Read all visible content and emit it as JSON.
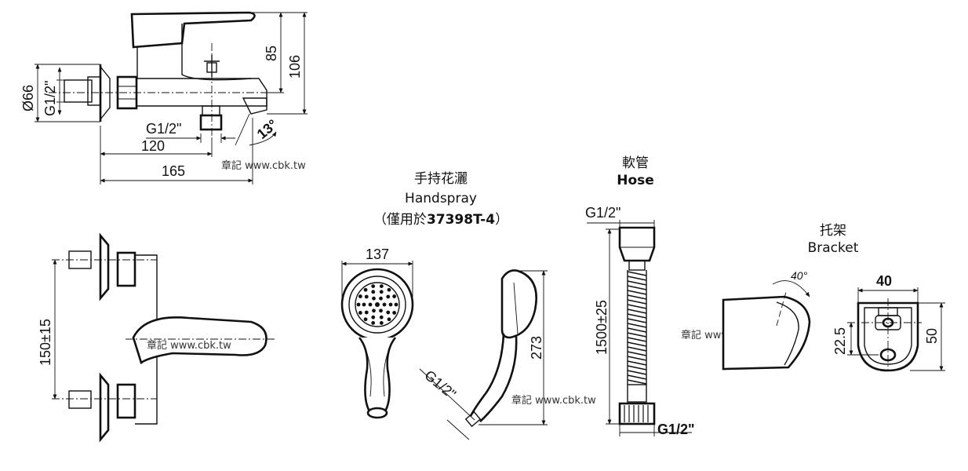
{
  "side_view": {
    "dim_diameter": "Ø66",
    "dim_inlet_thread": "G1/2\"",
    "dim_outlet_thread": "G1/2\"",
    "dim_height_85": "85",
    "dim_height_106": "106",
    "dim_angle": "13°",
    "dim_length_120": "120",
    "dim_length_165": "165",
    "watermark": "章記 www.cbk.tw"
  },
  "front_view": {
    "dim_center_distance": "150±15",
    "watermark": "章記 www.cbk.tw"
  },
  "handspray": {
    "title_zh": "手持花灑",
    "title_en": "Handspray",
    "note_prefix": "（僅用於",
    "note_model": "37398T-4",
    "note_suffix": "）",
    "dim_width": "137",
    "dim_length": "273",
    "dim_thread": "G1/2\"",
    "watermark": "章記 www.cbk.tw"
  },
  "hose": {
    "title_zh": "軟管",
    "title_en": "Hose",
    "dim_top_thread": "G1/2\"",
    "dim_length": "1500±25",
    "dim_bottom_thread": "G1/2\"",
    "watermark": "章記 www.cbk.tw"
  },
  "bracket": {
    "title_zh": "托架",
    "title_en": "Bracket",
    "dim_angle": "40°",
    "dim_width": "40",
    "dim_offset": "22.5",
    "dim_height": "50"
  }
}
